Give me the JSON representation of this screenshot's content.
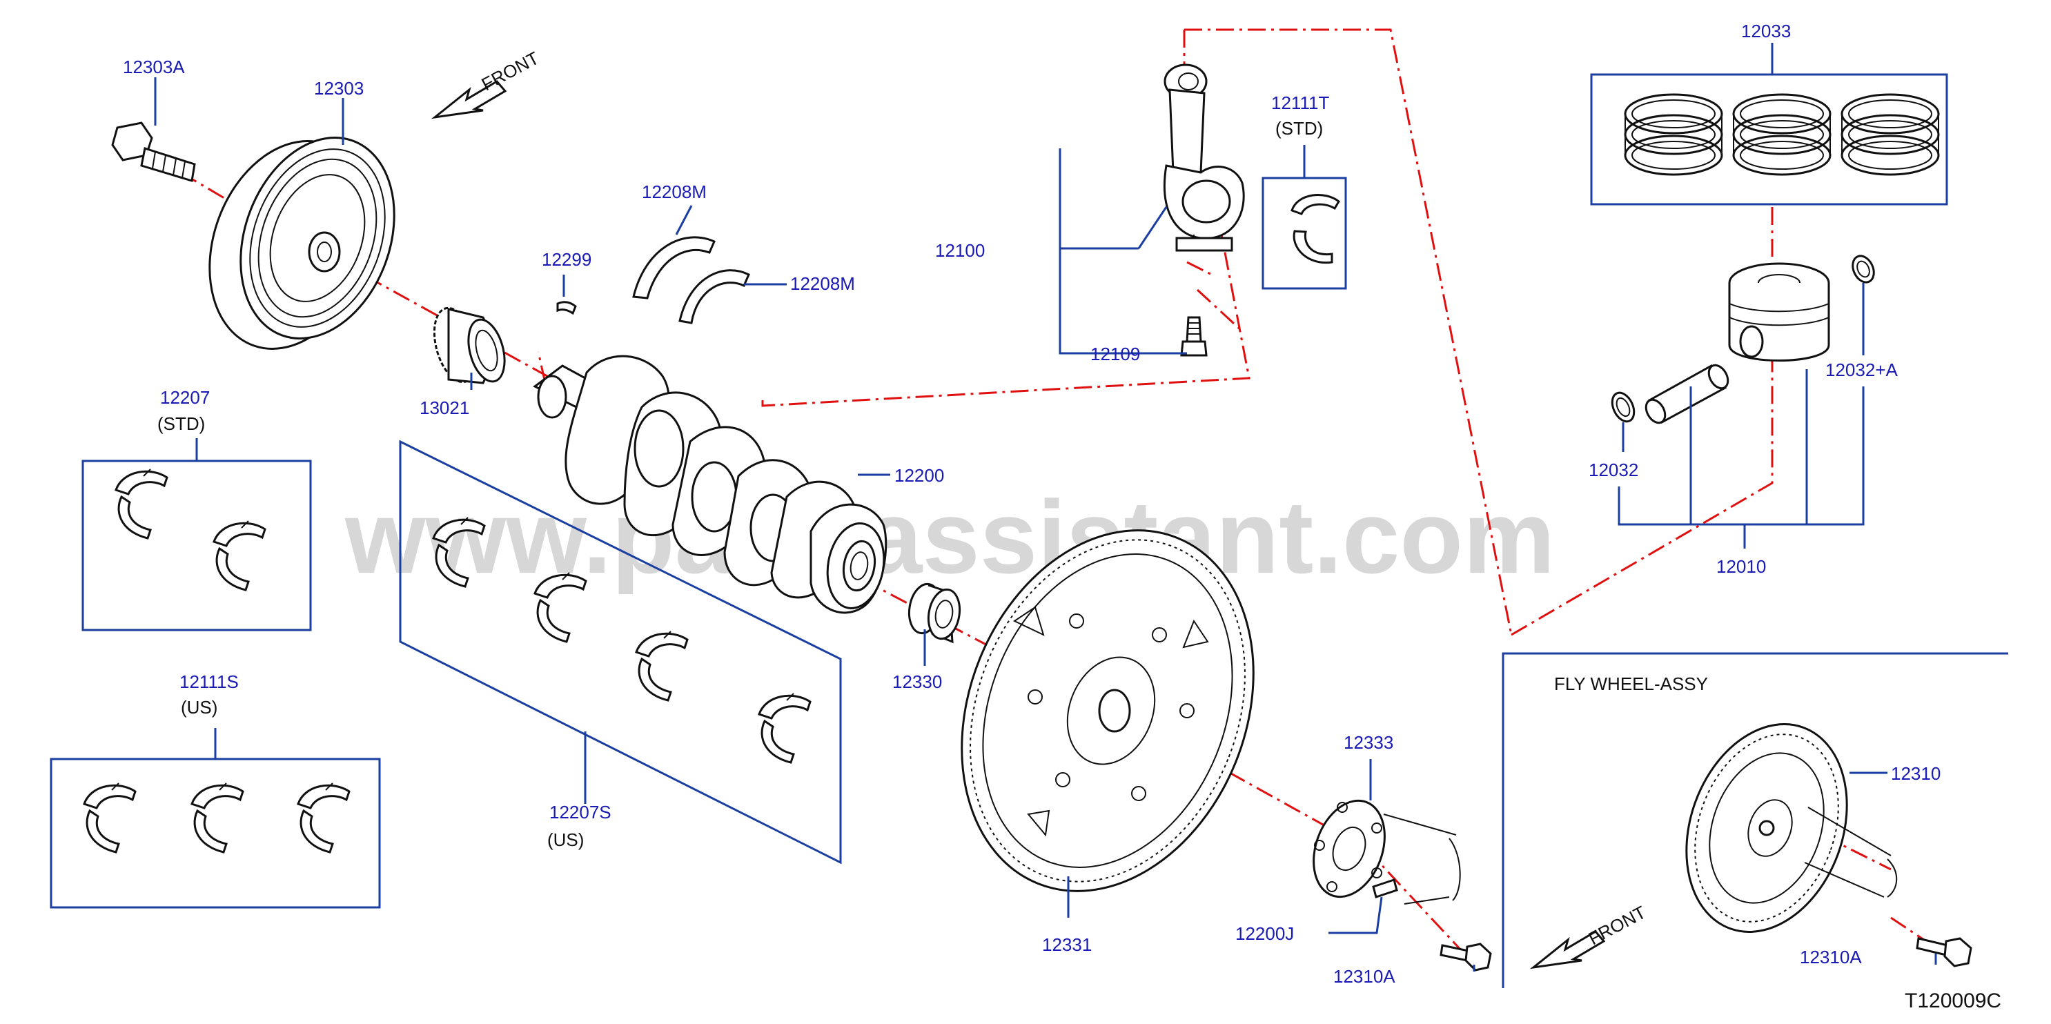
{
  "watermark": "www.partsassistant.com",
  "diagram_code": "T120009C",
  "front_labels": [
    "FRONT",
    "FRONT"
  ],
  "inset_title": "FLY WHEEL-ASSY",
  "callouts": [
    {
      "id": "c-12303A",
      "text": "12303A"
    },
    {
      "id": "c-12303",
      "text": "12303"
    },
    {
      "id": "c-12208M-a",
      "text": "12208M"
    },
    {
      "id": "c-12208M-b",
      "text": "12208M"
    },
    {
      "id": "c-12299",
      "text": "12299"
    },
    {
      "id": "c-13021",
      "text": "13021"
    },
    {
      "id": "c-12207",
      "text": "12207"
    },
    {
      "id": "c-12207-std",
      "text": "(STD)"
    },
    {
      "id": "c-12111S",
      "text": "12111S"
    },
    {
      "id": "c-12111S-us",
      "text": "(US)"
    },
    {
      "id": "c-12207S",
      "text": "12207S"
    },
    {
      "id": "c-12207S-us",
      "text": "(US)"
    },
    {
      "id": "c-12200",
      "text": "12200"
    },
    {
      "id": "c-12330",
      "text": "12330"
    },
    {
      "id": "c-12100",
      "text": "12100"
    },
    {
      "id": "c-12109",
      "text": "12109"
    },
    {
      "id": "c-12111T",
      "text": "12111T"
    },
    {
      "id": "c-12111T-std",
      "text": "(STD)"
    },
    {
      "id": "c-12033",
      "text": "12033"
    },
    {
      "id": "c-12032A",
      "text": "12032+A"
    },
    {
      "id": "c-12032",
      "text": "12032"
    },
    {
      "id": "c-12010",
      "text": "12010"
    },
    {
      "id": "c-12331",
      "text": "12331"
    },
    {
      "id": "c-12333",
      "text": "12333"
    },
    {
      "id": "c-12200J",
      "text": "12200J"
    },
    {
      "id": "c-12310A-a",
      "text": "12310A"
    },
    {
      "id": "c-12310",
      "text": "12310"
    },
    {
      "id": "c-12310A-b",
      "text": "12310A"
    }
  ]
}
